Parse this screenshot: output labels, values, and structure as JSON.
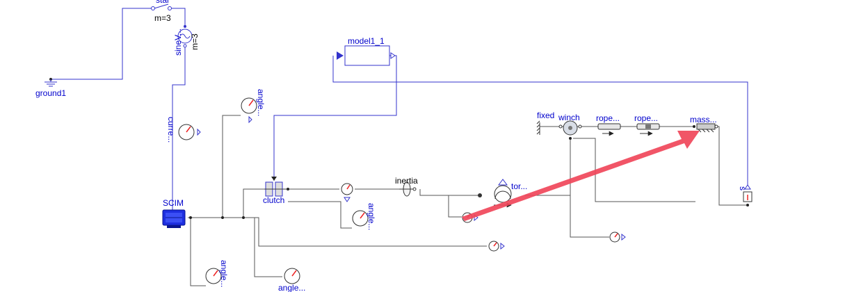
{
  "labels": {
    "star": "star",
    "star_m": "m=3",
    "sine": "sineV...",
    "sine_m": "m=3",
    "ground": "ground1",
    "current": "curre...",
    "model": "model1_1",
    "angle_top": "angle...",
    "scim": "SCIM",
    "clutch": "clutch",
    "angle_clutch": "angle...",
    "inertia": "inertia",
    "torque": "tor...",
    "fixed": "fixed",
    "winch": "winch",
    "rope1": "rope...",
    "rope2": "rope...",
    "mass": "mass...",
    "s": "s",
    "angle_bl": "angle...",
    "angle_bb": "angle..."
  },
  "colors": {
    "connector_blue": "#3333cc",
    "mechanical_gray": "#555555",
    "label_blue": "#0000cc",
    "annotation_arrow": "#f0475a",
    "motor_fill": "#1e2fe0"
  }
}
